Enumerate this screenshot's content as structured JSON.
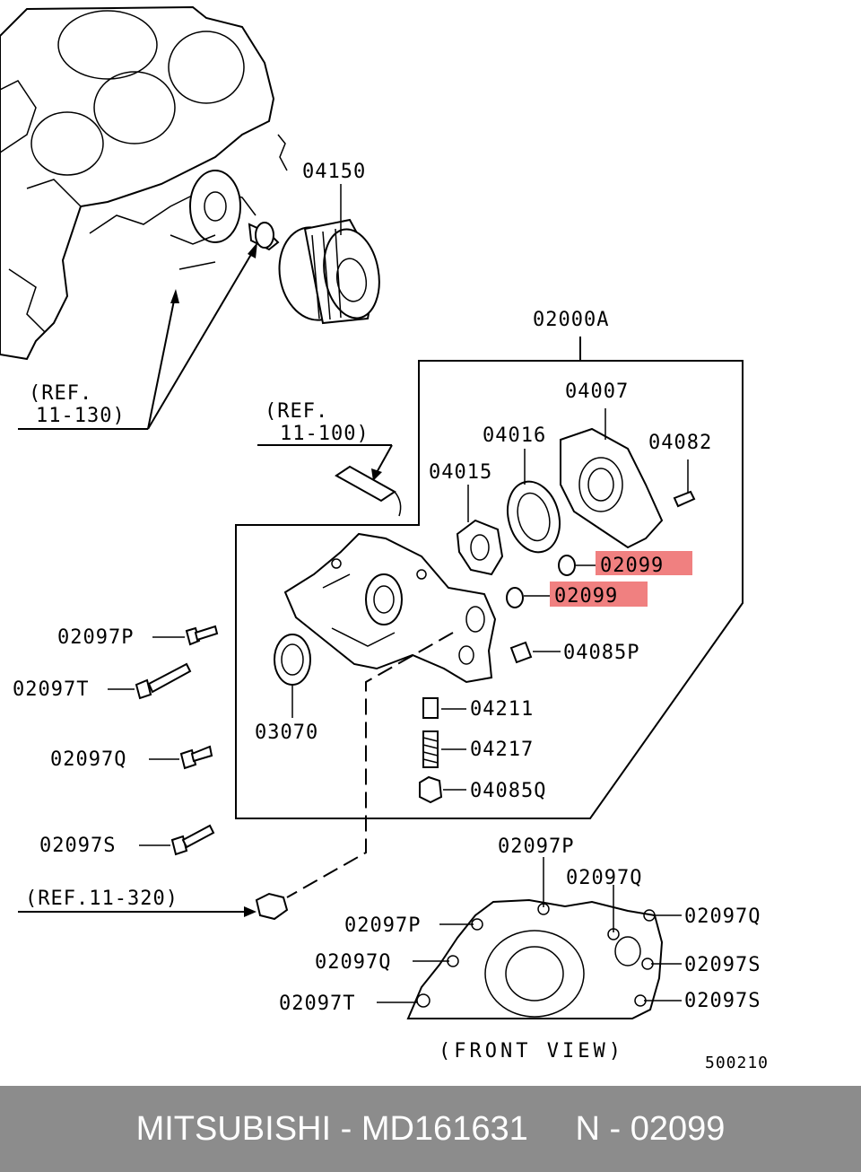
{
  "diagram": {
    "refs": {
      "ref_11_130_line1": "(REF.",
      "ref_11_130_line2": "11-130)",
      "ref_11_100_line1": "(REF.",
      "ref_11_100_line2": "11-100)",
      "ref_11_320": "(REF.11-320)"
    },
    "labels": {
      "p04150": "04150",
      "p02000A": "02000A",
      "p04007": "04007",
      "p04016": "04016",
      "p04082": "04082",
      "p04015": "04015",
      "p02099_a": "02099",
      "p02099_b": "02099",
      "p04085P": "04085P",
      "p02097P": "02097P",
      "p02097T": "02097T",
      "p03070": "03070",
      "p04211": "04211",
      "p04217": "04217",
      "p02097Q": "02097Q",
      "p04085Q": "04085Q",
      "p02097S": "02097S"
    },
    "front_view": {
      "top_p": "02097P",
      "top_q": "02097Q",
      "left_p": "02097P",
      "left_q": "02097Q",
      "left_t": "02097T",
      "right_q": "02097Q",
      "right_s1": "02097S",
      "right_s2": "02097S",
      "caption": "(FRONT VIEW)"
    },
    "drawing_number": "500210",
    "highlight_color": "#f08080"
  },
  "footer": {
    "text": "MITSUBISHI - MD161631     N - 02099"
  }
}
